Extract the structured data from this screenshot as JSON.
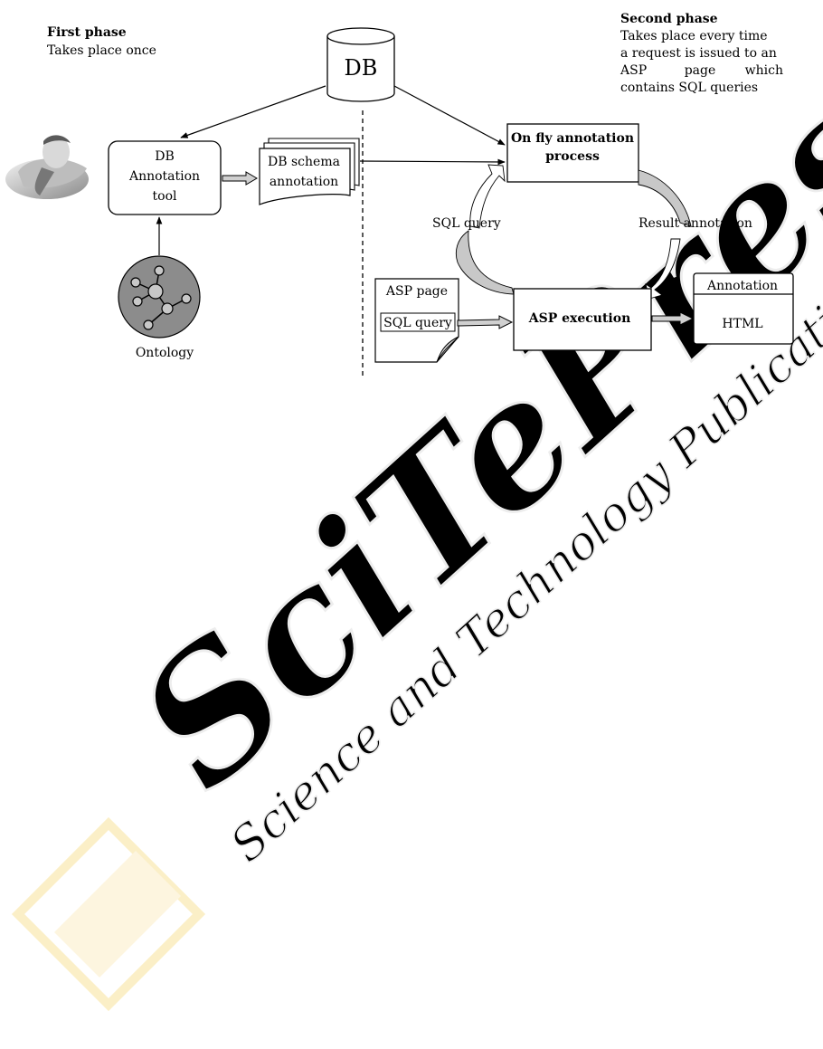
{
  "first_phase": {
    "title": "First phase",
    "desc": "Takes place once"
  },
  "second_phase": {
    "title": "Second phase",
    "desc_lines": [
      [
        "Takes place every time"
      ],
      [
        "a request is issued to an"
      ],
      [
        "ASP",
        "page",
        "which"
      ],
      [
        "contains SQL queries"
      ]
    ]
  },
  "db": {
    "label": "DB"
  },
  "annotation_tool": {
    "lines": [
      "DB",
      "Annotation",
      "tool"
    ]
  },
  "schema_annotation": {
    "lines": [
      "DB schema",
      "annotation"
    ]
  },
  "ontology": {
    "label": "Ontology"
  },
  "on_fly": {
    "lines": [
      "On fly annotation",
      "process"
    ]
  },
  "sql_query_cycle": {
    "label": "SQL query"
  },
  "result_annotation": {
    "label": "Result annotation"
  },
  "asp_page": {
    "title": "ASP page",
    "query": "SQL query"
  },
  "asp_execution": {
    "label": "ASP execution"
  },
  "output": {
    "header": "Annotation",
    "body": "HTML"
  },
  "watermark": {
    "brand": "SciTePress",
    "tagline": "Science and Technology Publications"
  },
  "colors": {
    "line": "#000000",
    "gray_arrow": "#c8c8c8",
    "ontology_fill": "#8c8c8c",
    "watermark_gray": "#ededed",
    "watermark_yellow": "#fbeec2"
  }
}
